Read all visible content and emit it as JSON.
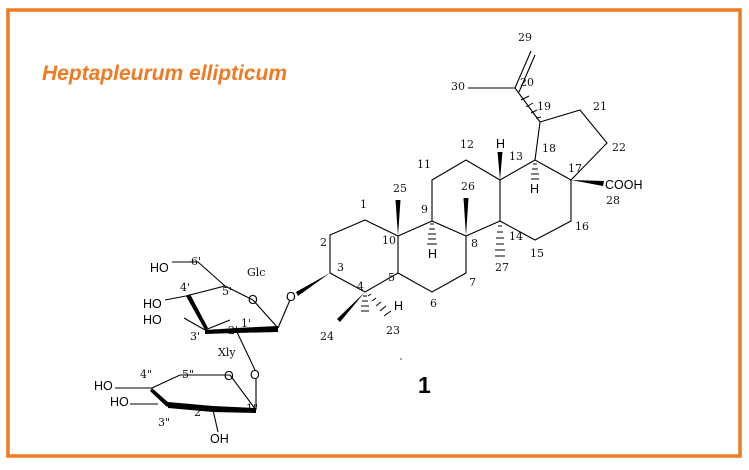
{
  "caption": "Heptapleurum ellipticum",
  "compound_number": "1",
  "colors": {
    "frame": "#f07a23",
    "caption": "#f07a23",
    "bonds": "#000000"
  },
  "groups": {
    "cooh": "COOH",
    "h": "H",
    "o": "O",
    "ho": "HO",
    "oh": "OH"
  },
  "sugars": {
    "glc": "Glc",
    "xyl": "Xly"
  },
  "atoms": {
    "c1": "1",
    "c2": "2",
    "c3": "3",
    "c4": "4",
    "c5": "5",
    "c6": "6",
    "c7": "7",
    "c8": "8",
    "c9": "9",
    "c10": "10",
    "c11": "11",
    "c12": "12",
    "c13": "13",
    "c14": "14",
    "c15": "15",
    "c16": "16",
    "c17": "17",
    "c18": "18",
    "c19": "19",
    "c20": "20",
    "c21": "21",
    "c22": "22",
    "c23": "23",
    "c24": "24",
    "c25": "25",
    "c26": "26",
    "c27": "27",
    "c28": "28",
    "c29": "29",
    "c30": "30",
    "g1": "1'",
    "g2": "2'",
    "g3": "3'",
    "g4": "4'",
    "g5": "5'",
    "g6": "6'",
    "x1": "1\"",
    "x2": "2\"",
    "x3": "3\"",
    "x4": "4\"",
    "x5": "5\""
  }
}
